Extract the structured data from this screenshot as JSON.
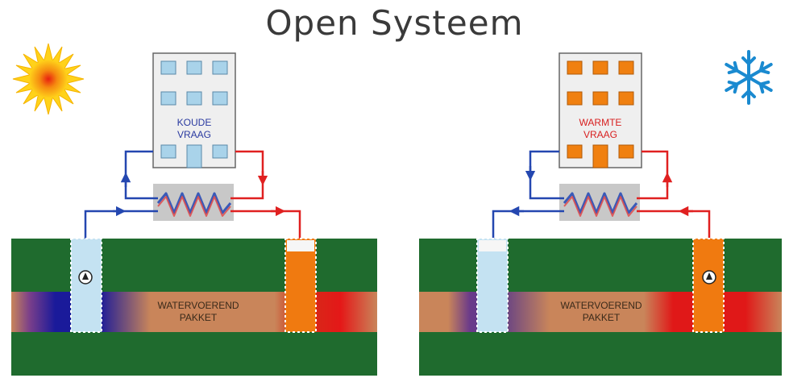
{
  "title": "Open Systeem",
  "left": {
    "building_label_line1": "KOUDE",
    "building_label_line2": "VRAAG",
    "aquifer_label_line1": "WATERVOEREND",
    "aquifer_label_line2": "PAKKET",
    "season_icon": "sun-icon"
  },
  "right": {
    "building_label_line1": "WARMTE",
    "building_label_line2": "VRAAG",
    "aquifer_label_line1": "WATERVOEREND",
    "aquifer_label_line2": "PAKKET",
    "season_icon": "snowflake-icon"
  },
  "colors": {
    "ground": "#1f6b2e",
    "aquifer": "#c9855a",
    "cold": "#1a2aa0",
    "warm": "#e01818",
    "cold_well": "#c4e2f2",
    "warm_well": "#f07a10",
    "building": "#efefef",
    "window_cold": "#a9d3ea",
    "window_warm": "#f08010"
  }
}
